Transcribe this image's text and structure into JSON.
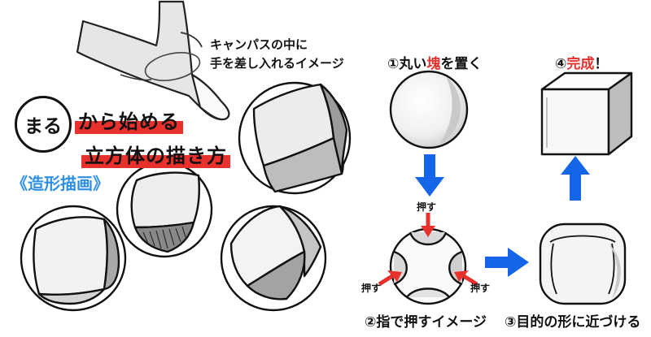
{
  "title": {
    "maru": "まる",
    "line1": "から始める",
    "line2": "立方体の描き方",
    "subtitle": "《造形描画》"
  },
  "hand_caption": {
    "line1": "キャンパスの中に",
    "line2": "手を差し入れるイメージ"
  },
  "steps": {
    "s1": {
      "prefix": "①丸い",
      "highlight": "塊",
      "suffix": "を置く"
    },
    "s4": {
      "prefix": "④",
      "highlight": "完成",
      "suffix": "！"
    },
    "s2": {
      "label": "②指で押すイメージ"
    },
    "s3": {
      "label": "③目的の形に近づける"
    },
    "push": "押す"
  },
  "colors": {
    "accent_red": "#e8302c",
    "accent_blue": "#1565e8",
    "subtitle_blue": "#2f8fe6"
  }
}
